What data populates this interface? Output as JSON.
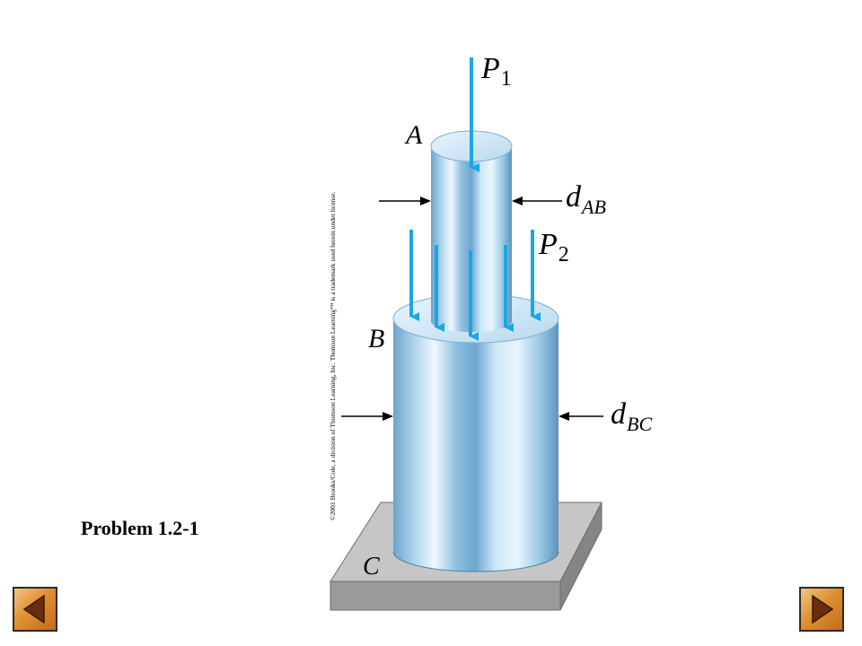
{
  "problem_label": "Problem 1.2-1",
  "copyright_text": "©2001 Brooks/Cole, a division of Thomson Learning, Inc. Thomson Learning™ is a trademark used herein under license.",
  "labels": {
    "point_a": "A",
    "point_b": "B",
    "point_c": "C",
    "load_p1": "P",
    "load_p1_sub": "1",
    "load_p2": "P",
    "load_p2_sub": "2",
    "dim_ab": "d",
    "dim_ab_sub": "AB",
    "dim_bc": "d",
    "dim_bc_sub": "BC"
  },
  "colors": {
    "load_arrow": "#1aa7e6",
    "dimension_arrow": "#000000",
    "cylinder_light": "#e6f3fb",
    "cylinder_mid": "#9fcbe6",
    "cylinder_dark": "#5f98c2",
    "base_plate": "#bdbdbd",
    "nav_button": "#e0912e"
  },
  "navigation": {
    "prev_icon": "triangle-left-icon",
    "next_icon": "triangle-right-icon"
  }
}
